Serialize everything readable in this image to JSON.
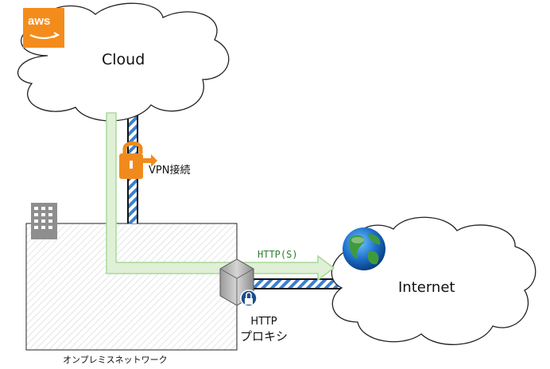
{
  "aws_logo_text": "aws",
  "cloud_label": "Cloud",
  "internet_label": "Internet",
  "vpn_label": "VPN接続",
  "http_label": "HTTP(S)",
  "proxy_label_line1": "HTTP",
  "proxy_label_line2": "プロキシ",
  "onprem_label": "オンプレミスネットワーク",
  "icons": [
    "aws-logo-icon",
    "cloud-shape",
    "lock-icon",
    "building-icon",
    "proxy-server-icon",
    "globe-icon",
    "internet-cloud-shape"
  ],
  "colors": {
    "aws_orange": "#f48c1c",
    "lock_orange": "#f18a1d",
    "flow_green": "#a8d89a",
    "link_blue": "#3b7fd1",
    "onprem_hatch": "#cfcfcf"
  }
}
